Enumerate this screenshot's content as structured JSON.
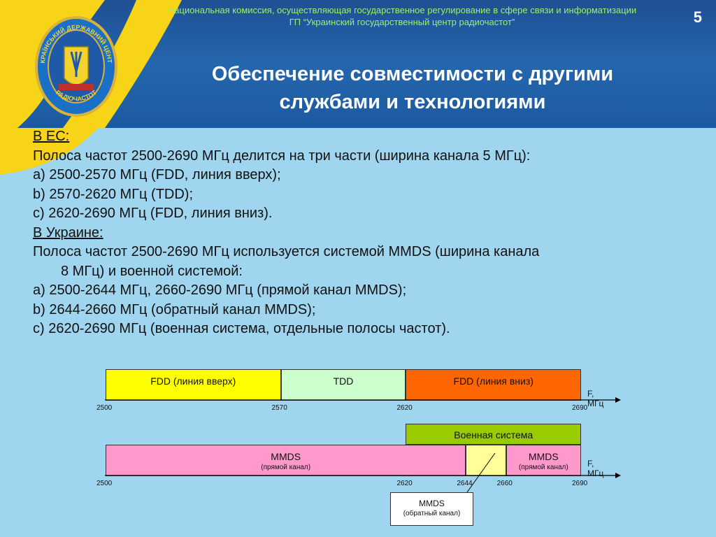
{
  "header": {
    "org_line1": "Национальная комиссия, осуществляющая государственное регулирование в сфере связи и информатизации",
    "org_line2": "ГП “Украинский государственный центр радиочастот”",
    "slide_number": "5",
    "title_line1": "Обеспечение совместимости с другими",
    "title_line2": "службами и технологиями"
  },
  "emblem": {
    "ring_text_top": "УКРАЇНСЬКИЙ ДЕРЖАВНИЙ ЦЕНТР",
    "ring_text_bottom": "РАДІОЧАСТОТ",
    "icon": "coat-of-arms-emblem"
  },
  "body": {
    "eu_heading": "В ЕС:",
    "eu_line1": "Полоса частот 2500-2690 МГц делится на три части (ширина канала 5 МГц):",
    "eu_a": "a) 2500-2570 МГц (FDD, линия вверх);",
    "eu_b": "b) 2570-2620 МГц (TDD);",
    "eu_c": "c) 2620-2690 МГц (FDD, линия вниз).",
    "ua_heading": "В Украине:",
    "ua_line1": "Полоса частот 2500-2690 МГц используется системой MMDS (ширина канала",
    "ua_line1_cont": "8 МГц) и военной системой:",
    "ua_a": "a) 2500-2644 МГц, 2660-2690 МГц (прямой канал MMDS);",
    "ua_b": "b) 2644-2660 МГц (обратный канал MMDS);",
    "ua_c": "c) 2620-2690 МГц (военная система, отдельные полосы частот)."
  },
  "chart_data": [
    {
      "type": "table",
      "axis_label": "F, МГц",
      "range": [
        2500,
        2690
      ],
      "ticks": [
        2500,
        2570,
        2620,
        2690
      ],
      "segments": [
        {
          "label": "FDD (линия вверх)",
          "from": 2500,
          "to": 2570,
          "color": "#ffff00"
        },
        {
          "label": "TDD",
          "from": 2570,
          "to": 2620,
          "color": "#ccffcc"
        },
        {
          "label": "FDD (линия вниз)",
          "from": 2620,
          "to": 2690,
          "color": "#ff6600"
        }
      ]
    },
    {
      "type": "table",
      "axis_label": "F, МГц",
      "range": [
        2500,
        2690
      ],
      "ticks": [
        2500,
        2620,
        2644,
        2660,
        2690
      ],
      "military": {
        "label": "Военная система",
        "from": 2620,
        "to": 2690,
        "color": "#99cc00"
      },
      "segments": [
        {
          "label": "MMDS",
          "sublabel": "(прямой канал)",
          "from": 2500,
          "to": 2644,
          "color": "#ff99cc"
        },
        {
          "label": "",
          "from": 2644,
          "to": 2660,
          "color": "#ffff99"
        },
        {
          "label": "MMDS",
          "sublabel": "(прямой канал)",
          "from": 2660,
          "to": 2690,
          "color": "#ff99cc"
        }
      ],
      "callout": {
        "label": "MMDS",
        "sublabel": "(обратный канал)"
      }
    }
  ]
}
